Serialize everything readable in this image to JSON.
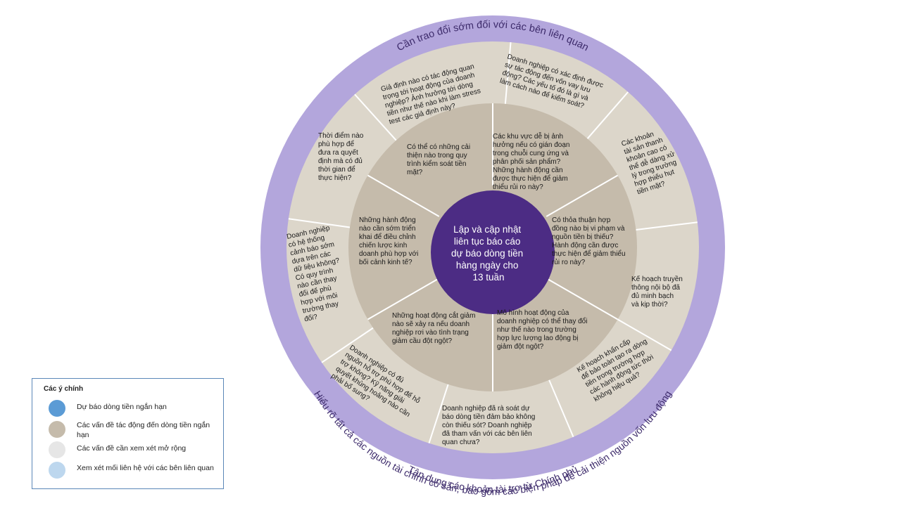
{
  "diagram": {
    "center_lines": [
      "Lập và cập nhật",
      "liên tục báo cáo",
      "dự báo dòng tiền",
      "hàng ngày cho",
      "13 tuần"
    ],
    "outer_top_text": "Cần trao đổi sớm đối với các bên liên quan",
    "outer_bottom_text_1": "Hiểu rõ tất cả các nguồn tài chính có sẵn, bao gồm các biện pháp để cải thiện nguồn vốn lưu động",
    "outer_bottom_text_2": "Tận dụng các khoản tài trợ từ Chính phủ",
    "middle_ring": [
      {
        "lines": [
          "Có thể có những cải",
          "thiện nào trong quy",
          "trình kiểm soát tiền",
          "mặt?"
        ]
      },
      {
        "lines": [
          "Các khu vực dễ bị ảnh",
          "hưởng nếu có gián đoạn",
          "trong chuỗi cung ứng và",
          "phân phối sản phẩm?",
          "Những hành động cần",
          "được thực hiện để giảm",
          "thiểu rủi ro này?"
        ]
      },
      {
        "lines": [
          "Có thỏa thuận hợp",
          "đồng nào bị vi phạm và",
          "nguồn tiền bị thiếu?",
          "Hành động cần được",
          "thực hiện để giảm thiểu",
          "rủi ro này?"
        ]
      },
      {
        "lines": [
          "Mô hình hoạt động của",
          "doanh nghiệp có thể thay đổi",
          "như thế nào trong trường",
          "hợp lực lượng lao động bị",
          "giảm đột ngột?"
        ]
      },
      {
        "lines": [
          "Những hoạt động cắt giảm",
          "nào sẽ xảy ra nếu doanh",
          "nghiệp rơi vào tình trạng",
          "giảm cầu đột ngột?"
        ]
      },
      {
        "lines": [
          "Những hành động",
          "nào cần sớm triển",
          "khai để điều chỉnh",
          "chiến lược kinh",
          "doanh phù hợp với",
          "bối cảnh kinh tế?"
        ]
      }
    ],
    "outer_ring": [
      {
        "lines": [
          "Giả định nào có tác động quan",
          "trọng tới hoạt động của doanh",
          "nghiệp? Ảnh hưởng tới dòng",
          "tiền như thế nào khi làm stress",
          "test các giả định này?"
        ]
      },
      {
        "lines": [
          "Doanh nghiệp có xác định được",
          "sự tác động đến vốn vay lưu",
          "động? Các yếu tố đó là gì và",
          "làm cách nào để kiểm soát?"
        ]
      },
      {
        "lines": [
          "Các khoản",
          "tài sản thanh",
          "khoản cao có",
          "thể dễ dàng xử",
          "lý trong trường",
          "hợp thiếu hụt",
          "tiền mặt?"
        ]
      },
      {
        "lines": [
          "Kế hoạch truyền",
          "thông nội bộ đã",
          "đủ minh bạch",
          "và kịp thời?"
        ]
      },
      {
        "lines": [
          "Kế hoạch khẩn cấp",
          "để bảo toàn tạo ra dòng",
          "tiền trong trường hợp",
          "các hành động tức thời",
          "không hiệu quả?"
        ]
      },
      {
        "lines": [
          "Doanh nghiệp đã rà soát dự",
          "báo dòng tiền đảm bảo không",
          "còn thiếu sót? Doanh nghiệp",
          "đã tham vấn với các bên liên",
          "quan chưa?"
        ]
      },
      {
        "lines": [
          "Doanh nghiệp có đủ",
          "nguồn hỗ trợ phù hợp để hỗ",
          "trợ không? Kỹ năng giải",
          "quyết khủng hoảng nào cần",
          "phải bổ sung?"
        ]
      },
      {
        "lines": [
          "Doanh nghiệp",
          "có hệ thống",
          "cảnh báo sớm",
          "dựa trên các",
          "dữ liệu không?",
          "Có quy trình",
          "nào cần thay",
          "đổi để phù",
          "hợp với môi",
          "trường thay",
          "đổi?"
        ]
      },
      {
        "lines": [
          "Thời điểm nào",
          "phù hợp để",
          "đưa ra quyết",
          "định mà có đủ",
          "thời gian để",
          "thực hiện?"
        ]
      }
    ],
    "colors": {
      "outer_band": "#b3a6dc",
      "outer_ring": "#dcd6ca",
      "middle_ring": "#c5bbab",
      "center": "#4c2c84",
      "divider": "#ffffff"
    }
  },
  "legend": {
    "title": "Các ý chính",
    "items": [
      {
        "label": "Dự báo dòng tiền ngắn hạn",
        "color": "#5b9bd5"
      },
      {
        "label": "Các vấn đề tác động đến dòng tiền ngắn hạn",
        "color": "#c5bbab"
      },
      {
        "label": "Các vấn đề cần xem xét mở rộng",
        "color": "#e6e6e6"
      },
      {
        "label": "Xem xét mối liên hệ với các bên liên quan",
        "color": "#bdd7ee"
      }
    ]
  }
}
